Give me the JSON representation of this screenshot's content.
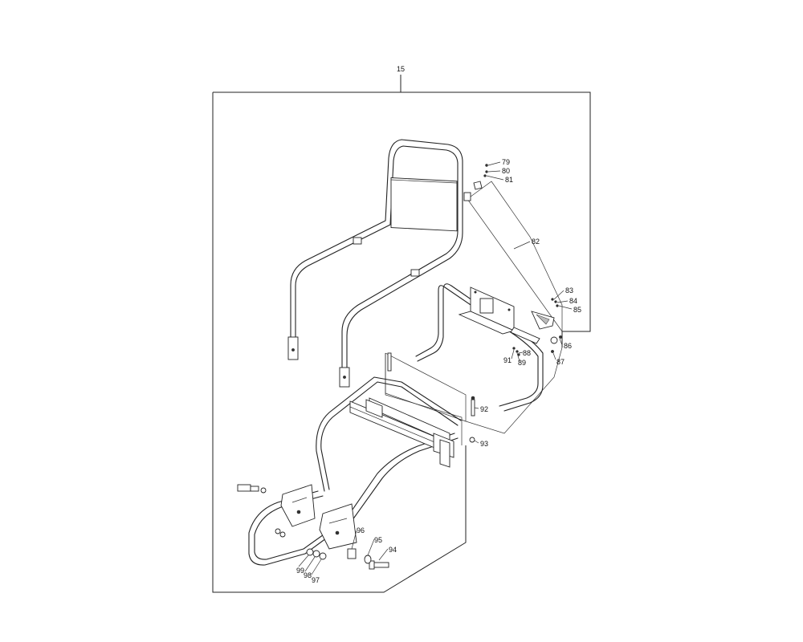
{
  "assembly": {
    "number": "15"
  },
  "callouts": [
    {
      "id": "79",
      "text": "79"
    },
    {
      "id": "80",
      "text": "80"
    },
    {
      "id": "81",
      "text": "81"
    },
    {
      "id": "82",
      "text": "82"
    },
    {
      "id": "83",
      "text": "83"
    },
    {
      "id": "84",
      "text": "84"
    },
    {
      "id": "85",
      "text": "85"
    },
    {
      "id": "86",
      "text": "86"
    },
    {
      "id": "87",
      "text": "87"
    },
    {
      "id": "88",
      "text": "88"
    },
    {
      "id": "89",
      "text": "89"
    },
    {
      "id": "91",
      "text": "91"
    },
    {
      "id": "92",
      "text": "92"
    },
    {
      "id": "93",
      "text": "93"
    },
    {
      "id": "94",
      "text": "94"
    },
    {
      "id": "95",
      "text": "95"
    },
    {
      "id": "96",
      "text": "96"
    },
    {
      "id": "97",
      "text": "97"
    },
    {
      "id": "98",
      "text": "98"
    },
    {
      "id": "99",
      "text": "99"
    }
  ]
}
